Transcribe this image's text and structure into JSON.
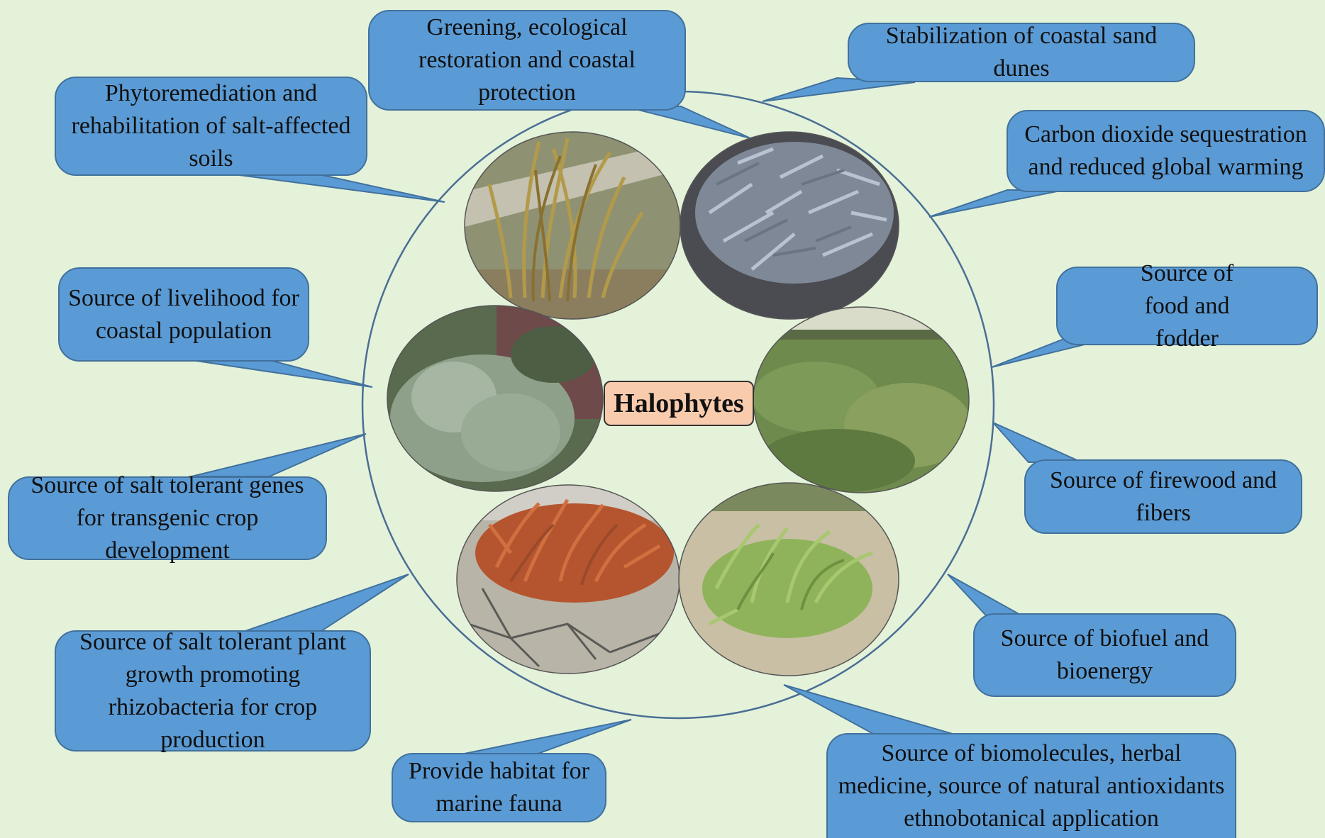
{
  "center": {
    "label": "Halophytes"
  },
  "callouts": {
    "greening": "Greening, ecological restoration and coastal protection",
    "dunes": "Stabilization of coastal sand dunes",
    "phyto": "Phytoremediation and rehabilitation of salt-affected soils",
    "carbon": "Carbon dioxide sequestration and reduced global warming",
    "livelihood": "Source of livelihood for coastal population",
    "food": "Source of food and fodder",
    "genes": "Source of salt tolerant genes for transgenic crop development",
    "firewood": "Source of firewood and fibers",
    "rhizobacteria": "Source of salt tolerant plant growth promoting rhizobacteria for crop production",
    "biofuel": "Source of biofuel and bioenergy",
    "habitat": "Provide habitat for marine fauna",
    "biomolecules": "Source of biomolecules, herbal medicine, source of natural antioxidants ethnobotanical application"
  },
  "photos": [
    {
      "name": "halophyte-photo-grass-clump",
      "colors": {
        "bg": "#8e9272",
        "plant": "#b39a4a",
        "ground": "#c4c1b0"
      }
    },
    {
      "name": "halophyte-photo-succulent-blue",
      "colors": {
        "bg": "#4b4b52",
        "plant": "#a9b4c4",
        "ground": "#5a5a62"
      }
    },
    {
      "name": "halophyte-photo-shrub-grey",
      "colors": {
        "bg": "#5a6a4e",
        "plant": "#9fb09a",
        "ground": "#6e4a4a"
      }
    },
    {
      "name": "halophyte-photo-field-green",
      "colors": {
        "bg": "#6e8a4c",
        "plant": "#8aa05e",
        "ground": "#d8dcc8"
      }
    },
    {
      "name": "halophyte-photo-red-salicornia",
      "colors": {
        "bg": "#b8b4a8",
        "plant": "#c4623a",
        "ground": "#8a8a84"
      }
    },
    {
      "name": "halophyte-photo-green-salicornia",
      "colors": {
        "bg": "#c8bfa4",
        "plant": "#8fb35a",
        "ground": "#b6ab90"
      }
    }
  ]
}
